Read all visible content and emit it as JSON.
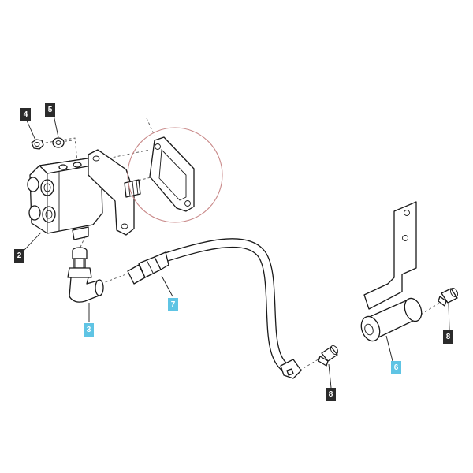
{
  "callouts": [
    {
      "id": "c4",
      "label": "4",
      "highlighted": false
    },
    {
      "id": "c5",
      "label": "5",
      "highlighted": false
    },
    {
      "id": "c2",
      "label": "2",
      "highlighted": false
    },
    {
      "id": "c3",
      "label": "3",
      "highlighted": true
    },
    {
      "id": "c7",
      "label": "7",
      "highlighted": true
    },
    {
      "id": "c6",
      "label": "6",
      "highlighted": true
    },
    {
      "id": "c8a",
      "label": "8",
      "highlighted": false
    },
    {
      "id": "c8b",
      "label": "8",
      "highlighted": false
    }
  ],
  "colors": {
    "callout_default": "#2b2b2b",
    "callout_highlight": "#5fc4e4",
    "detail_circle": "#c98a8a",
    "line": "#1a1a1a"
  }
}
